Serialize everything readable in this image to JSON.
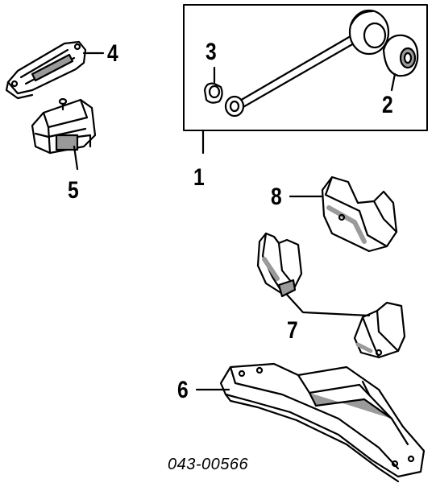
{
  "callouts": {
    "c1": "1",
    "c2": "2",
    "c3": "3",
    "c4": "4",
    "c5": "5",
    "c6": "6",
    "c7": "7",
    "c8": "8"
  },
  "part_number": "043-00566",
  "colors": {
    "ink": "#000000",
    "paper": "#ffffff",
    "shade": "#9a9a9a"
  }
}
